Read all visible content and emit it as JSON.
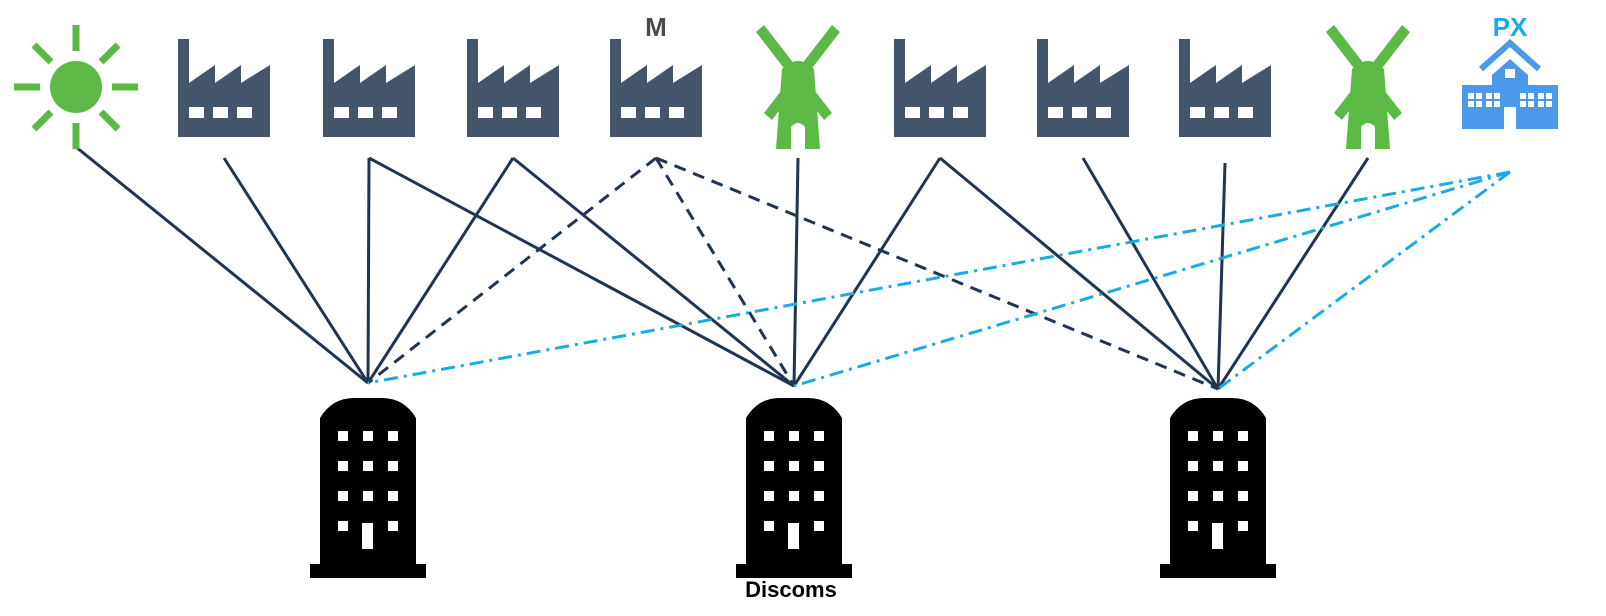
{
  "labels": {
    "market": "M",
    "power_exchange": "PX",
    "discoms": "Discoms"
  },
  "colors": {
    "renewable_green": "#5cb946",
    "factory_slate": "#44546a",
    "line_navy": "#1f3550",
    "px_blue": "#1aabe6",
    "px_icon_blue": "#4a9ae9",
    "label_gray": "#4a4a4a",
    "building_black": "#000000"
  },
  "generators": [
    {
      "icon": "sun-icon",
      "type": "solar"
    },
    {
      "icon": "factory-icon",
      "type": "thermal"
    },
    {
      "icon": "factory-icon",
      "type": "thermal"
    },
    {
      "icon": "factory-icon",
      "type": "thermal"
    },
    {
      "icon": "factory-icon",
      "type": "thermal",
      "label": "M"
    },
    {
      "icon": "windmill-icon",
      "type": "wind"
    },
    {
      "icon": "factory-icon",
      "type": "thermal"
    },
    {
      "icon": "factory-icon",
      "type": "thermal"
    },
    {
      "icon": "factory-icon",
      "type": "thermal"
    },
    {
      "icon": "windmill-icon",
      "type": "wind"
    },
    {
      "icon": "exchange-building-icon",
      "type": "power-exchange",
      "label": "PX"
    }
  ],
  "discoms": [
    {
      "icon": "building-icon"
    },
    {
      "icon": "building-icon",
      "label": "Discoms"
    },
    {
      "icon": "building-icon"
    }
  ],
  "connections": [
    {
      "from": 0,
      "to": 0,
      "style": "solid"
    },
    {
      "from": 1,
      "to": 0,
      "style": "solid"
    },
    {
      "from": 2,
      "to": 0,
      "style": "solid"
    },
    {
      "from": 2,
      "to": 1,
      "style": "solid"
    },
    {
      "from": 3,
      "to": 0,
      "style": "solid"
    },
    {
      "from": 3,
      "to": 1,
      "style": "solid"
    },
    {
      "from": 4,
      "to": 0,
      "style": "dashed"
    },
    {
      "from": 4,
      "to": 1,
      "style": "dashed"
    },
    {
      "from": 4,
      "to": 2,
      "style": "dashed"
    },
    {
      "from": 5,
      "to": 1,
      "style": "solid"
    },
    {
      "from": 6,
      "to": 1,
      "style": "solid"
    },
    {
      "from": 6,
      "to": 2,
      "style": "solid"
    },
    {
      "from": 7,
      "to": 2,
      "style": "solid"
    },
    {
      "from": 8,
      "to": 2,
      "style": "solid"
    },
    {
      "from": 9,
      "to": 2,
      "style": "solid"
    },
    {
      "from": 10,
      "to": 0,
      "style": "dashdot"
    },
    {
      "from": 10,
      "to": 1,
      "style": "dashdot"
    },
    {
      "from": 10,
      "to": 2,
      "style": "dashdot"
    }
  ]
}
